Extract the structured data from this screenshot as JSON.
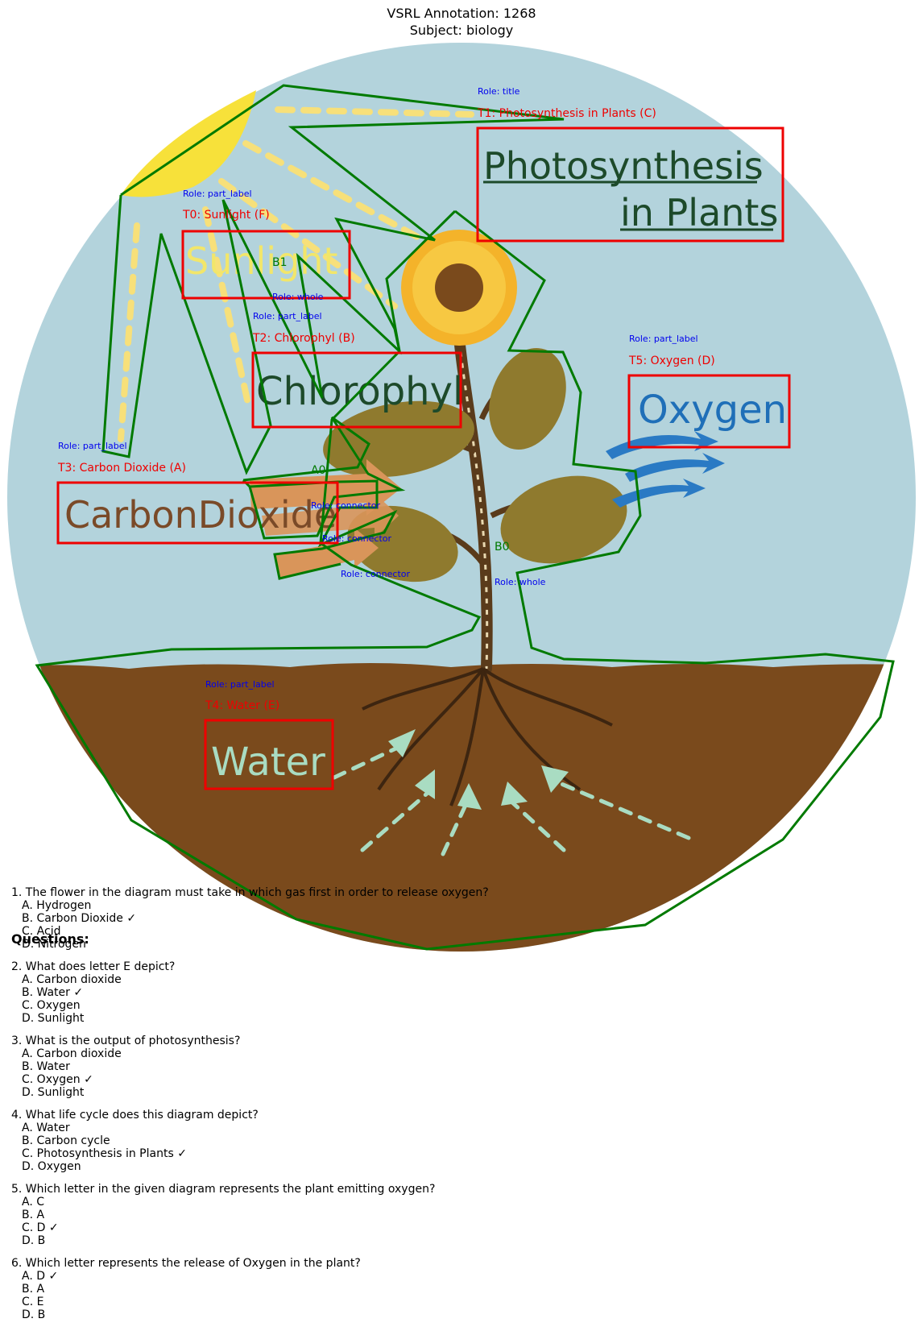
{
  "header": {
    "line1": "VSRL Annotation: 1268",
    "line2": "Subject: biology"
  },
  "colors": {
    "sky": "#b3d3dc",
    "soil": "#7a4a1c",
    "sun": "#f7e13a",
    "box": "#ee0000",
    "poly": "#007a00",
    "role": "#0000ee"
  },
  "art_text": {
    "title_line1": "Photosynthesis",
    "title_line2": "in Plants",
    "sunlight": "Sunlight",
    "chlorophyl": "Chlorophyl",
    "oxygen": "Oxygen",
    "carbon_dioxide": "CarbonDioxide",
    "water": "Water"
  },
  "annotations": {
    "t0": {
      "role": "Role: part_label",
      "label": "T0: Sunlight (F)"
    },
    "t1": {
      "role": "Role: title",
      "label": "T1: Photosynthesis in Plants (C)"
    },
    "t2": {
      "role": "Role: part_label",
      "label": "T2: Chlorophyl (B)"
    },
    "t3": {
      "role": "Role: part_label",
      "label": "T3: Carbon Dioxide (A)"
    },
    "t4": {
      "role": "Role: part_label",
      "label": "T4: Water (E)"
    },
    "t5": {
      "role": "Role: part_label",
      "label": "T5: Oxygen (D)"
    },
    "b1": {
      "id": "B1",
      "role": "Role: whole"
    },
    "a0": {
      "id": "A0",
      "role": "Role: connector"
    },
    "a1": {
      "role": "Role: connector"
    },
    "a2": {
      "role": "Role: connector"
    },
    "b0": {
      "id": "B0",
      "role": "Role: whole"
    }
  },
  "questions_heading": "Questions:",
  "questions": [
    {
      "text": "1. The flower in the diagram must take in which gas first in order to release oxygen?",
      "options": [
        "A. Hydrogen",
        "B. Carbon Dioxide ✓",
        "C. Acid",
        "D. Nitrogen"
      ]
    },
    {
      "text": "2. What does letter E depict?",
      "options": [
        "A. Carbon dioxide",
        "B. Water ✓",
        "C. Oxygen",
        "D. Sunlight"
      ]
    },
    {
      "text": "3. What is the output of photosynthesis?",
      "options": [
        "A. Carbon dioxide",
        "B. Water",
        "C. Oxygen ✓",
        "D. Sunlight"
      ]
    },
    {
      "text": "4. What life cycle does this diagram depict?",
      "options": [
        "A. Water",
        "B. Carbon cycle",
        "C. Photosynthesis in Plants ✓",
        "D. Oxygen"
      ]
    },
    {
      "text": "5. Which letter in the given diagram represents the plant emitting oxygen?",
      "options": [
        "A. C",
        "B. A",
        "C. D ✓",
        "D. B"
      ]
    },
    {
      "text": "6. Which letter represents the release of Oxygen in the plant?",
      "options": [
        "A. D ✓",
        "B. A",
        "C. E",
        "D. B"
      ]
    }
  ]
}
